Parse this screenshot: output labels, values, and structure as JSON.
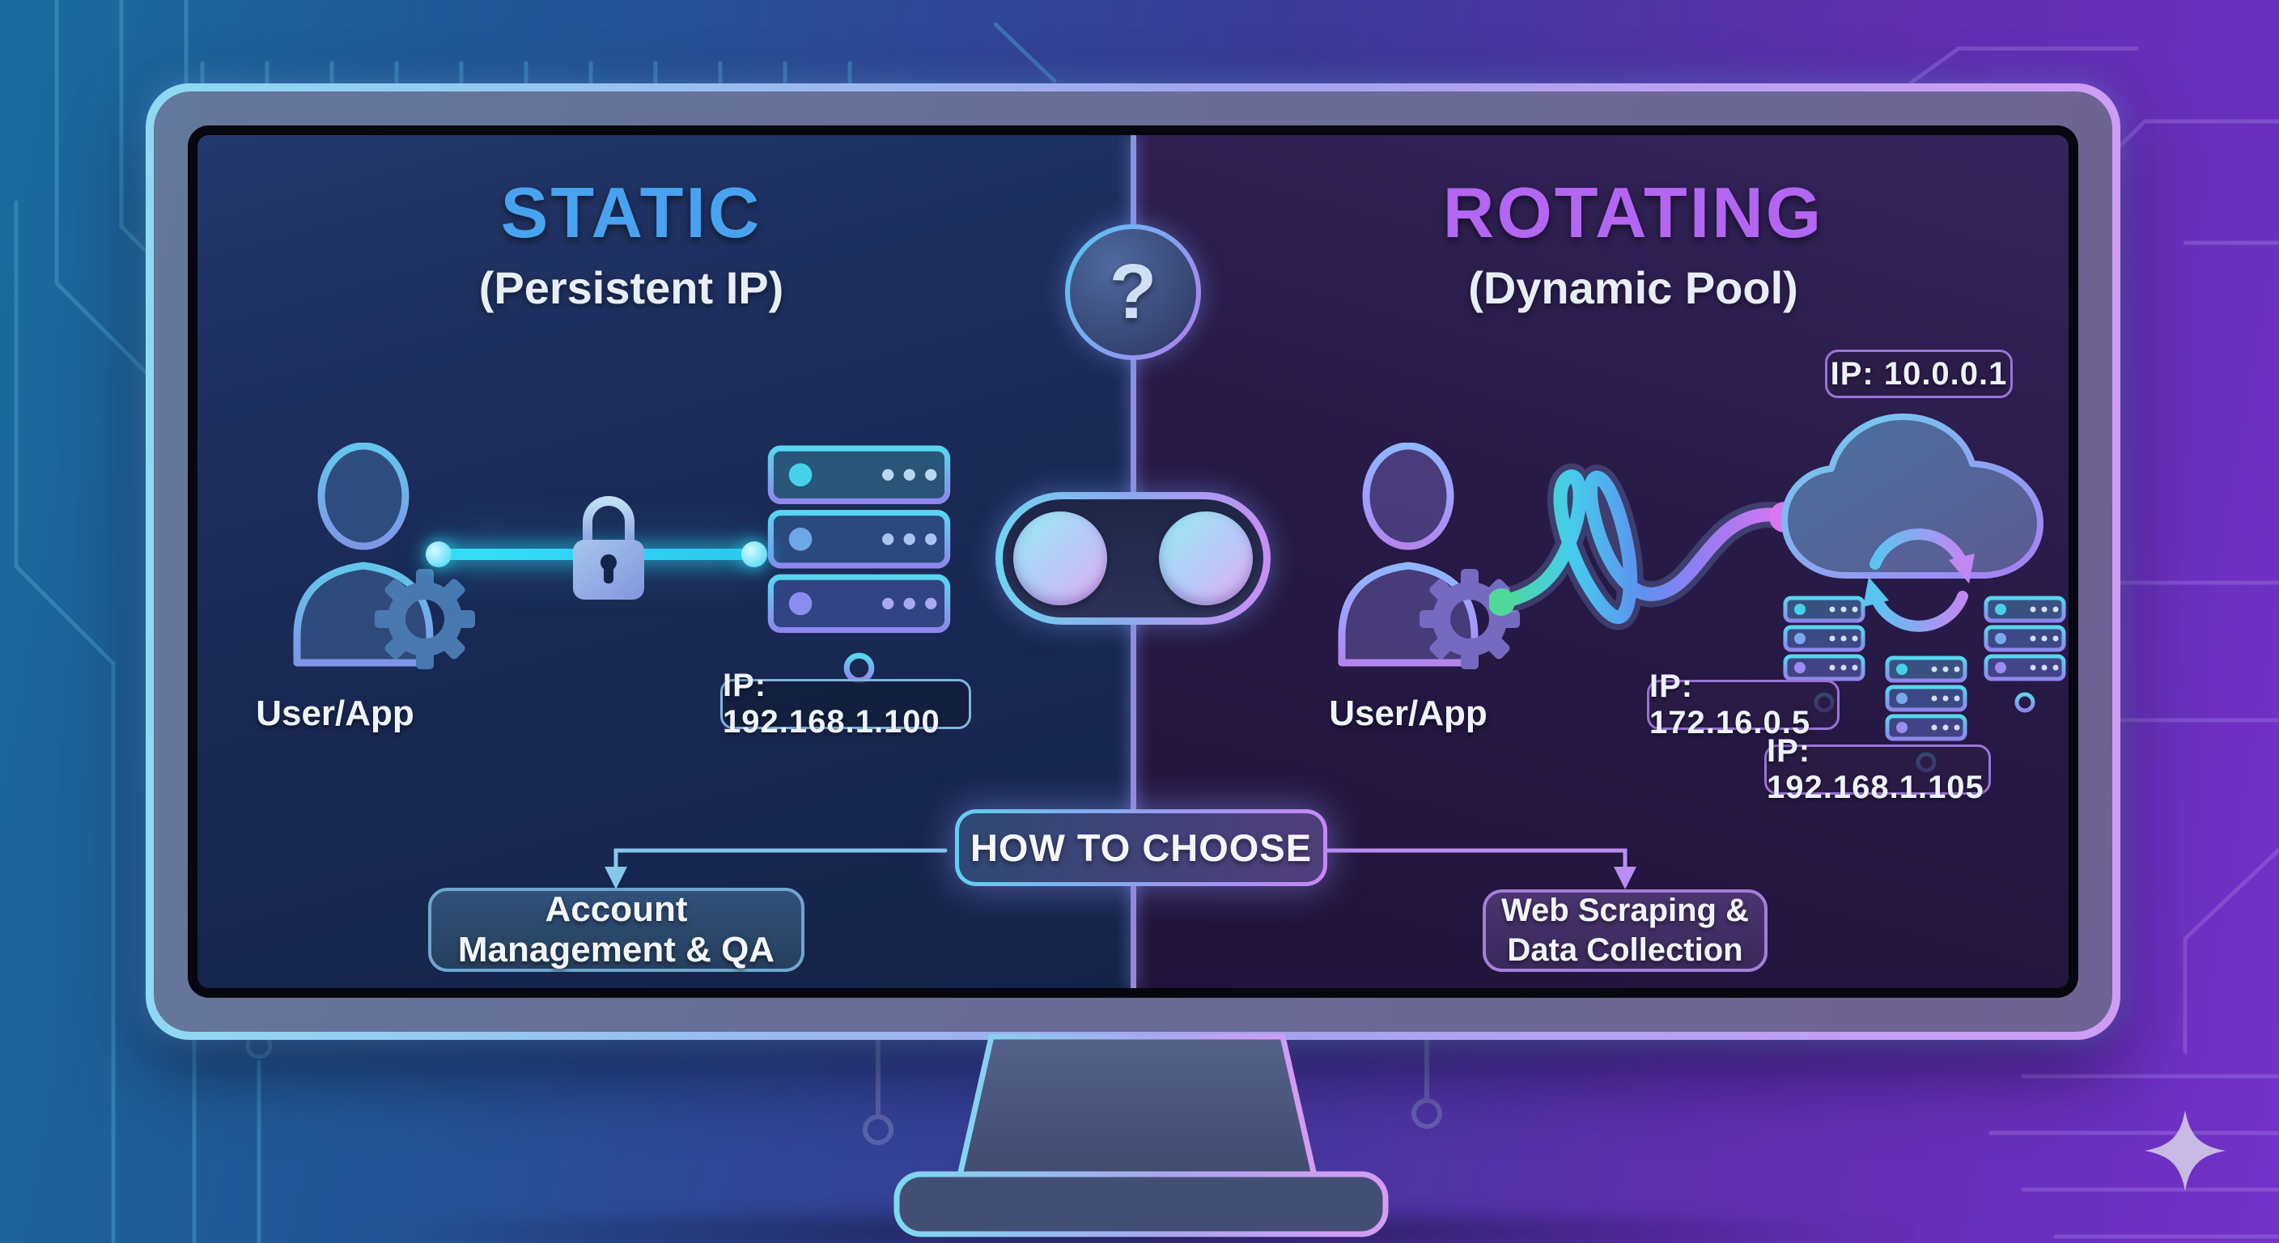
{
  "static_panel": {
    "title": "STATIC",
    "subtitle": "(Persistent IP)",
    "user_label": "User/App",
    "server_ip": "IP: 192.168.1.100",
    "use_case": "Account Management & QA",
    "accent_color": "#47a3f0"
  },
  "rotating_panel": {
    "title": "ROTATING",
    "subtitle": "(Dynamic Pool)",
    "user_label": "User/App",
    "cloud_ip": "IP: 10.0.0.1",
    "pool_ip_1": "IP: 172.16.0.5",
    "pool_ip_2": "IP: 192.168.1.105",
    "use_case": "Web Scraping &\nData Collection",
    "accent_color": "#b366f2"
  },
  "center": {
    "question_mark": "?",
    "how_to_choose_label": "HOW TO CHOOSE"
  },
  "icons": {
    "question_icon": "?",
    "user_gear_icon": "person-with-gear",
    "lock_icon": "padlock",
    "server_stack_icon": "server-rack",
    "cloud_sync_icon": "cloud-with-rotating-arrows",
    "rotation_path_icon": "looping-connection-path",
    "toggle_icon": "two-knob-toggle",
    "sparkle_icon": "four-point-star"
  },
  "colors": {
    "static_accent": "#47a3f0",
    "rotating_accent": "#b366f2",
    "connection_glow": "#2fd6f2",
    "divider": "#9b95e6"
  }
}
